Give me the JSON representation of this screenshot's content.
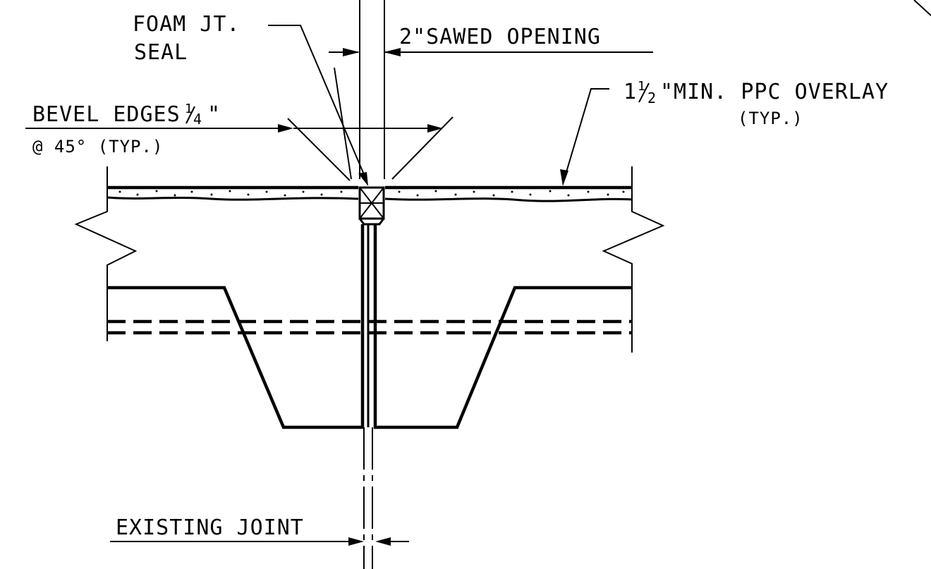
{
  "labels": {
    "foam_seal_line1": "FOAM JT.",
    "foam_seal_line2": "SEAL",
    "sawed_opening": "2\"SAWED OPENING",
    "bevel_line1_main": "BEVEL EDGES ",
    "bevel_frac_num": "1",
    "bevel_frac_den": "4",
    "bevel_inch": "\"",
    "bevel_line2": "@ 45° (TYP.)",
    "overlay_whole": "1",
    "overlay_frac_num": "1",
    "overlay_frac_den": "2",
    "overlay_main": "\"MIN. PPC OVERLAY",
    "overlay_typ": "(TYP.)",
    "existing_joint": "EXISTING JOINT"
  },
  "colors": {
    "ink": "#000000",
    "paper": "#ffffff"
  }
}
